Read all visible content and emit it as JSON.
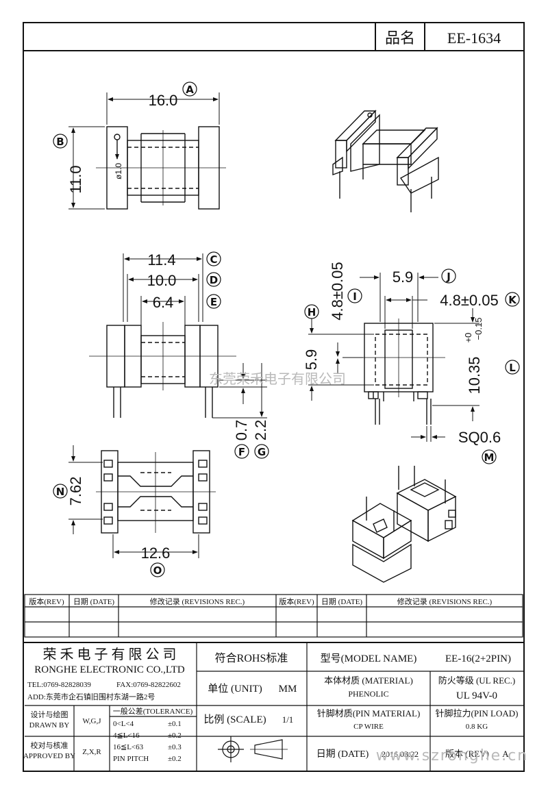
{
  "header": {
    "name_label": "品名",
    "part_no": "EE-1634"
  },
  "views": {
    "top": {
      "width": "16.0",
      "height": "11.0",
      "hole": "ø1.0",
      "mark_a": "A",
      "mark_b": "B"
    },
    "front": {
      "c": "11.4",
      "d": "10.0",
      "e": "6.4",
      "f": "0.7",
      "g": "2.2",
      "mark_c": "C",
      "mark_d": "D",
      "mark_e": "E",
      "mark_f": "F",
      "mark_g": "G"
    },
    "side": {
      "j": "5.9",
      "k": "4.8±0.05",
      "i": "4.8±0.05",
      "h": "5.9",
      "l_main": "10.35",
      "l_tol_up": "+0",
      "l_tol_dn": "−0.15",
      "m": "SQ0.6",
      "mark_h": "H",
      "mark_i": "I",
      "mark_j": "J",
      "mark_k": "K",
      "mark_l": "L",
      "mark_m": "M"
    },
    "bottom": {
      "n": "7.62",
      "o": "12.6",
      "mark_n": "N",
      "mark_o": "O"
    }
  },
  "watermark_center": "东莞荣禾电子有限公司",
  "watermark_url": "www.szronghe.cn",
  "revisions": {
    "headers": [
      "版本(REV)",
      "日期 (DATE)",
      "修改记录 (REVISIONS REC.)",
      "版本(REV)",
      "日期 (DATE)",
      "修改记录 (REVISIONS REC.)"
    ]
  },
  "titleblock": {
    "company_cn": "荣 禾 电 子 有 限 公 司",
    "company_en": "RONGHE ELECTRONIC CO.,LTD",
    "tel": "TEL:0769-82828039",
    "fax": "FAX:0769-82822602",
    "addr": "ADD:东莞市企石镇旧围村东湖一路2号",
    "rohs": "符合ROHS标准",
    "model_label": "型号(MODEL NAME)",
    "model_value": "EE-16(2+2PIN)",
    "unit_label": "单位 (UNIT)",
    "unit_value": "MM",
    "material_label": "本体材质 (MATERIAL)",
    "material_value": "PHENOLIC",
    "fire_label": "防火等级 (UL REC.)",
    "fire_value": "UL 94V-0",
    "scale_label": "比例 (SCALE)",
    "scale_value": "1/1",
    "pin_material_label": "针脚材质(PIN MATERIAL)",
    "pin_material_value": "CP WIRE",
    "pin_load_label": "针脚拉力(PIN LOAD)",
    "pin_load_value": "0.8 KG",
    "designer_label_cn": "设计与绘图",
    "designer_label_en": "DRAWN BY",
    "designer_value": "W,G,J",
    "approver_label_cn": "校对与核准",
    "approver_label_en": "APPROVED BY",
    "approver_value": "Z,X,R",
    "tolerance_title": "一般公差(TOLERANCE)",
    "tol_rows": [
      {
        "range": "0<L<4",
        "tol": "±0.1"
      },
      {
        "range": "4≦L<16",
        "tol": "±0.2"
      },
      {
        "range": "16≦L<63",
        "tol": "±0.3"
      },
      {
        "range": "PIN PITCH",
        "tol": "±0.2"
      }
    ],
    "date_label": "日期 (DATE)",
    "date_value": "2016.03.22",
    "rev_label": "版本 (REV)",
    "rev_value": "A"
  }
}
